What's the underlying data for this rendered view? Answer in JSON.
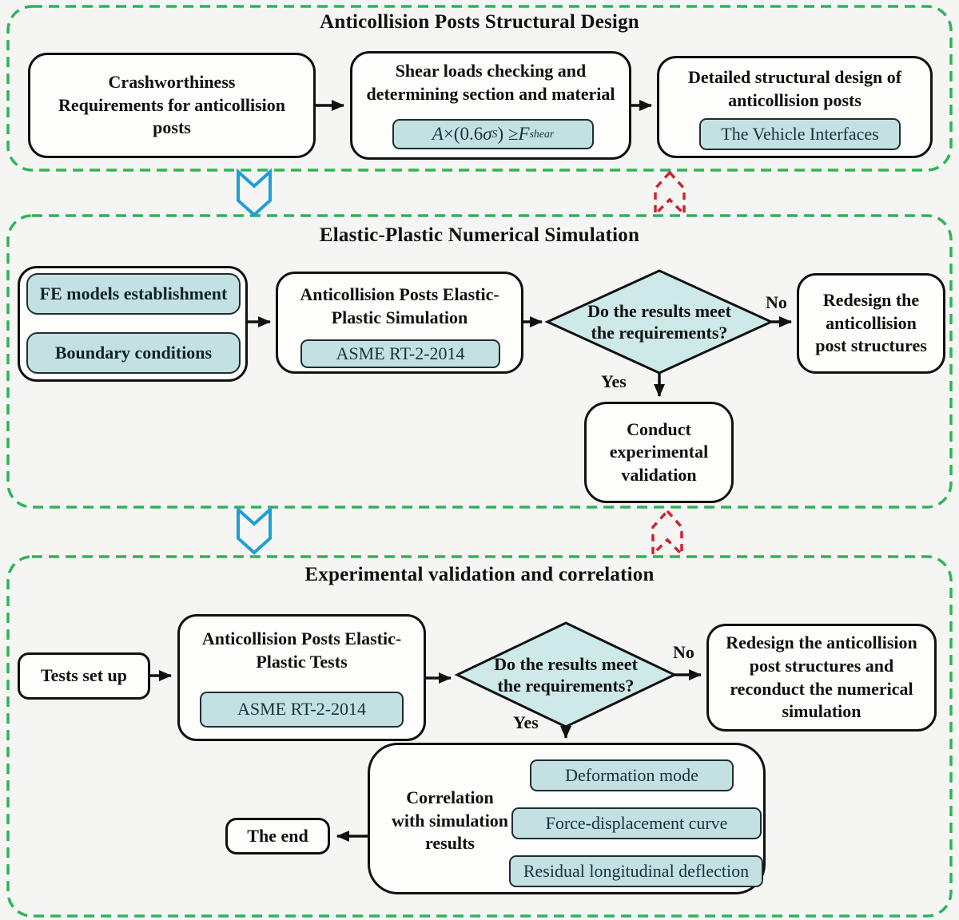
{
  "colors": {
    "section_border": "#2db45a",
    "box_border": "#111111",
    "box_fill": "#fdfdfb",
    "teal_fill": "#c3e1e3",
    "teal_border": "#1f2d30",
    "teal_text": "#1c3038",
    "diamond_fill": "#cde9e8",
    "flow_down_arrow": "#1f9fd6",
    "feedback_up_arrow": "#cc2233",
    "background": "#f5f6f3"
  },
  "labels": {
    "yes": "Yes",
    "no": "No"
  },
  "design_section": {
    "title": "Anticollision Posts Structural Design",
    "crashworthiness": "Crashworthiness\nRequirements for anticollision\nposts",
    "shear_title": "Shear loads checking and\ndetermining section and material",
    "formula": {
      "var_a": "A",
      "times_open": " ×(0.6",
      "sigma": "σ",
      "sigma_sub": "S",
      "close_geq": ") ≥ ",
      "var_f": "F",
      "f_sub": "shear"
    },
    "detailed_title": "Detailed structural design of\nanticollision posts",
    "vehicle_interfaces": "The Vehicle Interfaces"
  },
  "simulation_section": {
    "title": "Elastic-Plastic Numerical Simulation",
    "fe_models": "FE models establishment",
    "boundary": "Boundary conditions",
    "sim_title": "Anticollision Posts Elastic-\nPlastic Simulation",
    "asme": "ASME RT-2-2014",
    "decision": "Do the results meet\nthe requirements?",
    "redesign": "Redesign the\nanticollision\npost structures",
    "conduct": "Conduct\nexperimental\nvalidation"
  },
  "validation_section": {
    "title": "Experimental validation and correlation",
    "tests_setup": "Tests set up",
    "tests_title": "Anticollision Posts Elastic-\nPlastic Tests",
    "asme": "ASME RT-2-2014",
    "decision": "Do the results meet\nthe requirements?",
    "redesign": "Redesign the anticollision\npost structures and\nreconduct the numerical\nsimulation",
    "correlation": "Correlation\nwith simulation\nresults",
    "deformation": "Deformation mode",
    "force_curve": "Force-displacement curve",
    "residual": "Residual longitudinal deflection",
    "the_end": "The end"
  }
}
